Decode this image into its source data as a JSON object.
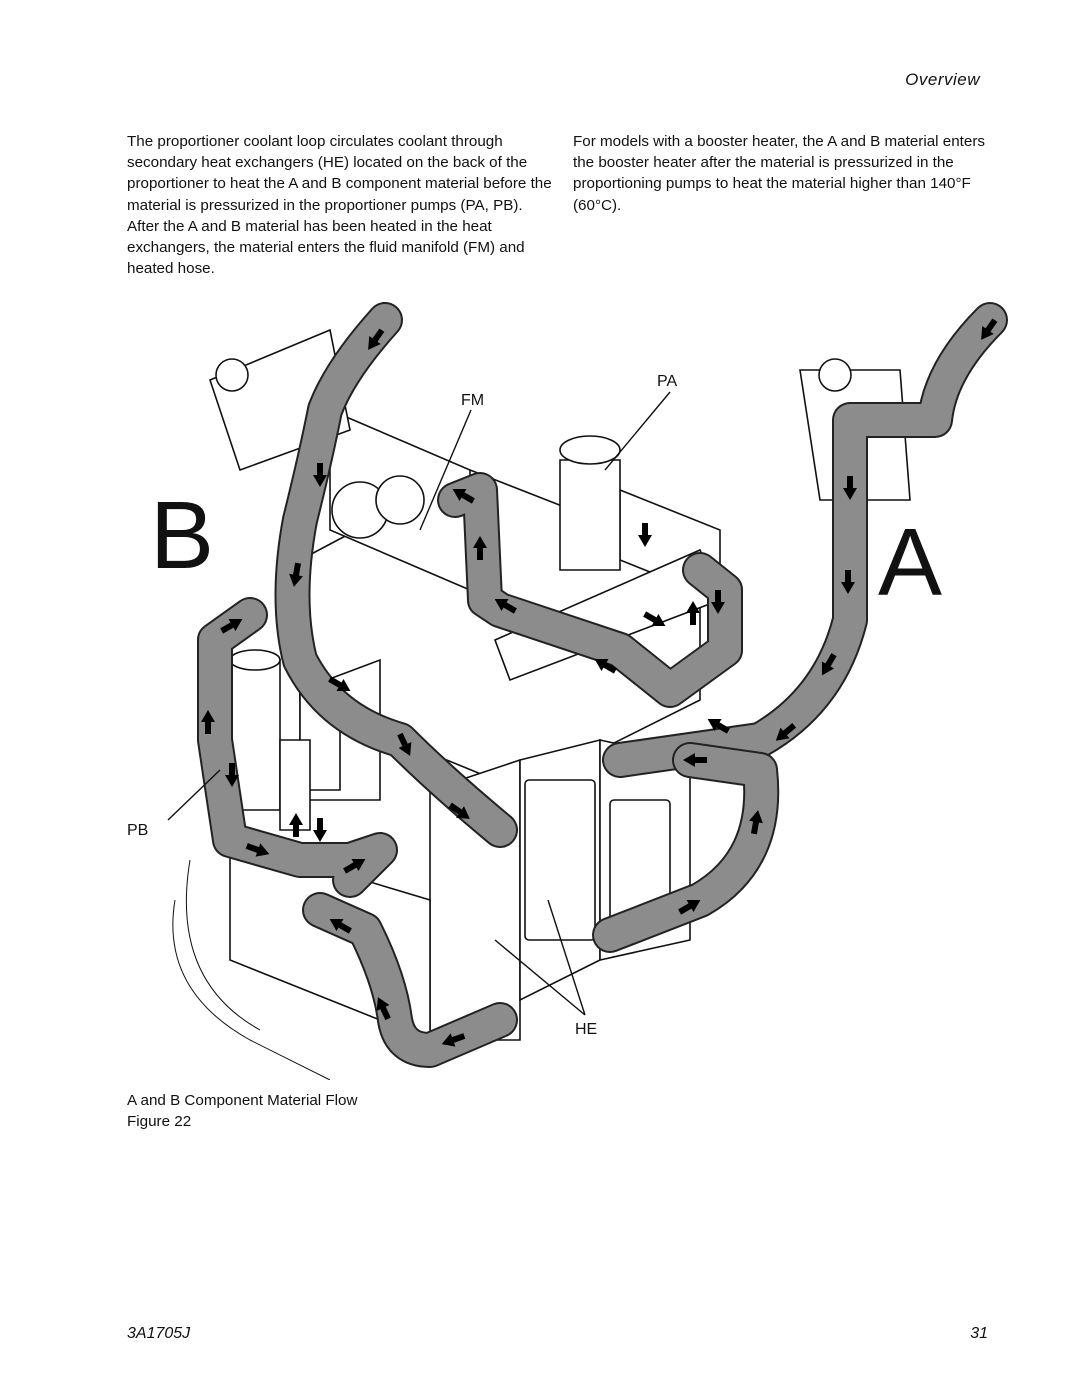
{
  "header": {
    "section": "Overview"
  },
  "body_text": {
    "left_paragraph": "The proportioner coolant loop circulates coolant through secondary heat exchangers (HE) located on the back of the proportioner to heat the A and B component material before the material is pressurized in the proportioner pumps (PA, PB). After the A and B material has been heated in the heat exchangers, the material enters the fluid manifold (FM) and heated hose.",
    "right_paragraph": "For models with a booster heater, the A and B material enters the booster heater after the material is pressurized in the proportioning pumps to heat the material higher than 140°F (60°C)."
  },
  "figure": {
    "callouts": {
      "fm": "FM",
      "pa": "PA",
      "pb": "PB",
      "he": "HE"
    },
    "side_labels": {
      "b": "B",
      "a": "A"
    },
    "caption": "A and B Component Material Flow",
    "number": "Figure 22"
  },
  "footer": {
    "doc_number": "3A1705J",
    "page_number": "31"
  }
}
